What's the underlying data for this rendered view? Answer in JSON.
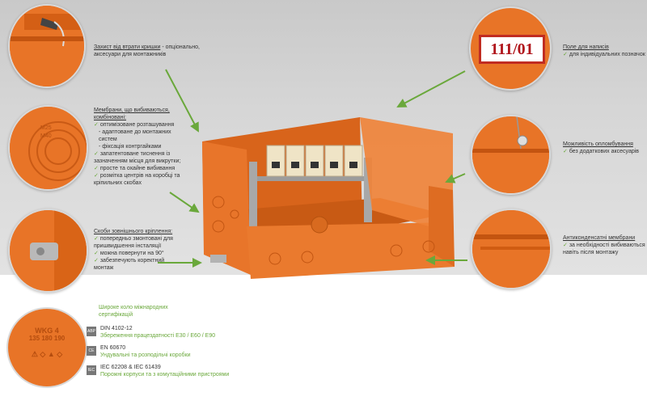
{
  "annotations": {
    "lid_protection": {
      "title": "Захист від втрати кришки",
      "rest": " - опціонально, аксесуари для монтажників"
    },
    "membranes": {
      "title": "Мембрани, що вибиваються, комбіновані:",
      "lines": [
        "оптимізоване розташування",
        "- адаптоване до монтажних систем",
        "- фіксація контргайками",
        "запатентоване тиснення із зазначенням місця для викрутки;",
        "просте та охайне вибивання",
        "розмітка центрів на коробці та кріпильних скобах"
      ]
    },
    "brackets": {
      "title": "Скоби зовнішнього кріплення:",
      "lines": [
        "попередньо змонтовані для пришвидшення інсталяції",
        "можна повернути на 90°",
        "забезпечують коректний монтаж"
      ]
    },
    "label_field": {
      "title": "Поле для написів",
      "sub": "для індивідуальних позначок"
    },
    "sealing": {
      "title": "Можливість опломбування",
      "sub": "без додаткових аксесуарів"
    },
    "anticondensate": {
      "title": "Антиконденсатні мембрани",
      "sub": "за необхідності вибиваються навіть після монтажу"
    }
  },
  "label_plate": "111/01",
  "cert_intro": "Широке коло міжнародних сертифікацій",
  "cert_badge_lines": [
    "WKG 4",
    "135",
    "180",
    "190"
  ],
  "certs": [
    {
      "icon": "ABP",
      "std": "DIN 4102-12",
      "desc": "Збереження працездатності E30 / E60 / E90"
    },
    {
      "icon": "CE",
      "std": "EN 60670",
      "desc": "Ундувальні та розподільчі коробки"
    },
    {
      "icon": "IEC",
      "std": "IEC 62208 & IEC 61439",
      "desc": "Порожні корпуси та з комутаційними пристроями"
    }
  ],
  "colors": {
    "orange": "#e36f1e",
    "dark_orange": "#b84e10",
    "green": "#6aa83b",
    "cream": "#efe4c6"
  }
}
